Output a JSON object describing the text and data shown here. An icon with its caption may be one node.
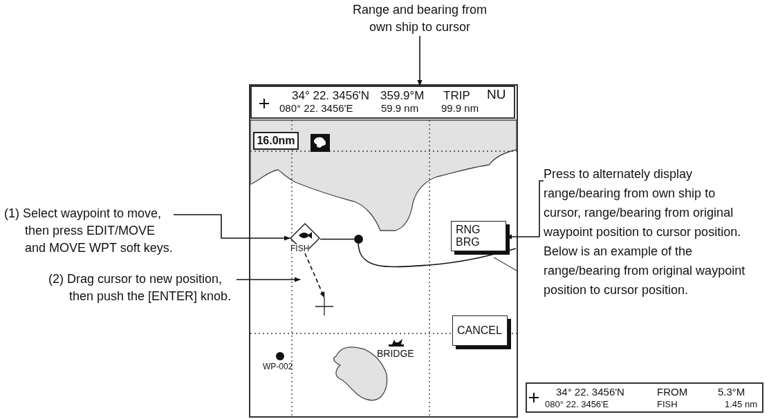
{
  "diagram": {
    "nodes": [
      {
        "text": [
          "Range and bearing from own ship to cursor"
        ]
      },
      {
        "text": [
          "34° 22. 3456'N",
          "080° 22. 3456'E",
          "359.9°M",
          "59.9 nm",
          "TRIP",
          "99.9 nm",
          "NU"
        ]
      },
      {
        "text": [
          "16.0nm"
        ]
      },
      {
        "text": [
          "(1) Select waypoint to move, then press EDIT/MOVE and MOVE WPT soft keys."
        ]
      },
      {
        "text": [
          "FISH"
        ]
      },
      {
        "text": [],
        "shape": "circle"
      },
      {
        "text": [
          "RNG BRG"
        ]
      },
      {
        "text": [
          "Press to alternately display range/bearing from own ship to cursor, range/bearing from original waypoint position to cursor position.",
          "Below is an example of the range/bearing from original waypoint position to cursor position."
        ]
      },
      {
        "text": [
          "(2) Drag cursor to new position, then push the [ENTER] knob."
        ]
      },
      {
        "text": [],
        "shape": "cross"
      },
      {
        "text": [
          "CANCEL"
        ]
      },
      {
        "text": [
          "WP-002"
        ]
      },
      {
        "text": [
          "BRIDGE"
        ]
      },
      {
        "text": [
          "34° 22. 3456'N",
          "080° 22. 3456'E",
          "FROM",
          "FISH",
          "5.3°M",
          "1.45 nm"
        ]
      }
    ],
    "edges": [
      {
        "from": 0,
        "to": 1,
        "arrow": "to"
      },
      {
        "from": 3,
        "to": 4,
        "arrow": "to"
      },
      {
        "from": 4,
        "to": 5,
        "arrow": "none"
      },
      {
        "from": 5,
        "to": null,
        "arrow": "none"
      },
      {
        "from": 7,
        "to": 6,
        "arrow": "to"
      },
      {
        "from": 8,
        "to": null,
        "arrow": "to"
      },
      {
        "from": 4,
        "to": 9,
        "arrow": "to",
        "style": "dashed"
      }
    ]
  }
}
